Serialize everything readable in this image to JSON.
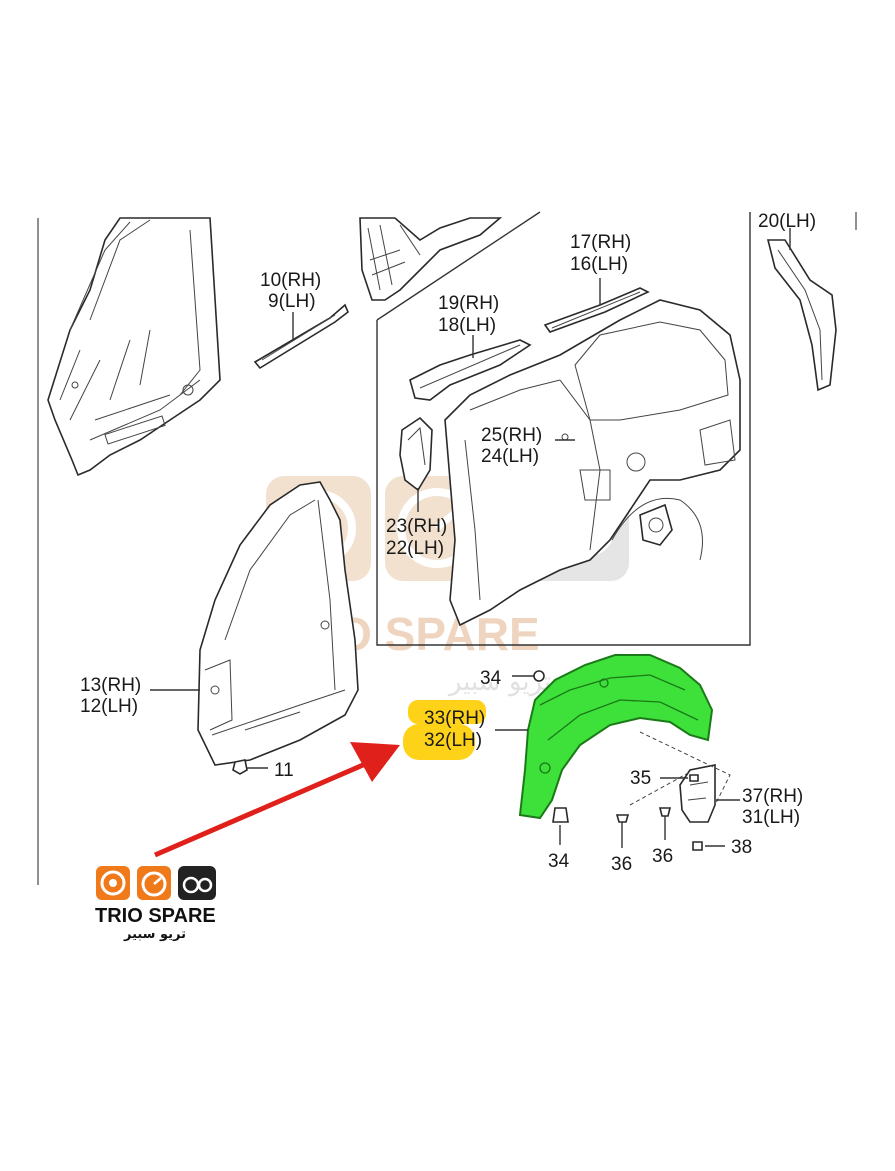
{
  "callouts": {
    "p10": "10",
    "p9": "9",
    "p19": "19",
    "p18": "18",
    "p17": "17",
    "p16": "16",
    "p20": "20",
    "p25": "25",
    "p24": "24",
    "p23": "23",
    "p22": "22",
    "p13": "13",
    "p12": "12",
    "p11": "11",
    "p34a": "34",
    "p34b": "34",
    "p33": "33",
    "p32": "32",
    "p35": "35",
    "p36a": "36",
    "p36b": "36",
    "p37": "37",
    "p31": "31",
    "p38": "38"
  },
  "sides": {
    "rh": "(RH)",
    "lh": "(LH)"
  },
  "watermark": {
    "name": "TRIO SPARE",
    "arabic": "تريو سبير"
  },
  "logo": {
    "name": "TRIO SPARE",
    "arabic": "تريو سبير"
  },
  "colors": {
    "highlight_part": "#3ee03a",
    "highlight_marker": "#ffd21a",
    "arrow": "#e0201b",
    "logo_orange": "#f07a1a"
  }
}
